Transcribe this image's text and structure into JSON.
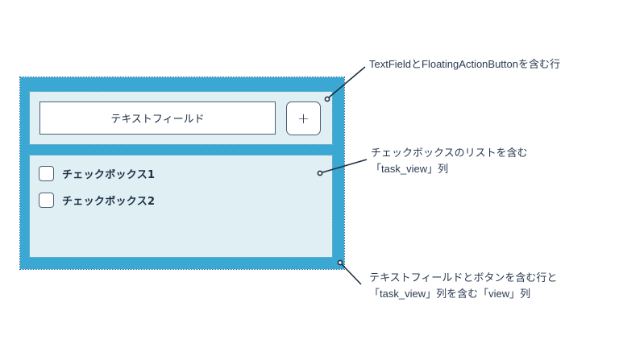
{
  "diagram": {
    "textfield": {
      "label": "テキストフィールド"
    },
    "fab": {
      "label": "+",
      "icon": "plus-icon"
    },
    "task_view": {
      "checkboxes": [
        {
          "label": "チェックボックス1",
          "checked": false
        },
        {
          "label": "チェックボックス2",
          "checked": false
        }
      ]
    }
  },
  "annotations": {
    "row": {
      "line1": "TextFieldとFloatingActionButtonを含む行"
    },
    "task_view": {
      "line1": "チェックボックスのリストを含む",
      "line2": "「task_view」列"
    },
    "view": {
      "line1": "テキストフィールドとボタンを含む行と",
      "line2": "「task_view」列を含む「view」列"
    }
  },
  "colors": {
    "outer": "#3aa8d3",
    "panel": "#dfeff4",
    "ink": "#1f2f44"
  }
}
